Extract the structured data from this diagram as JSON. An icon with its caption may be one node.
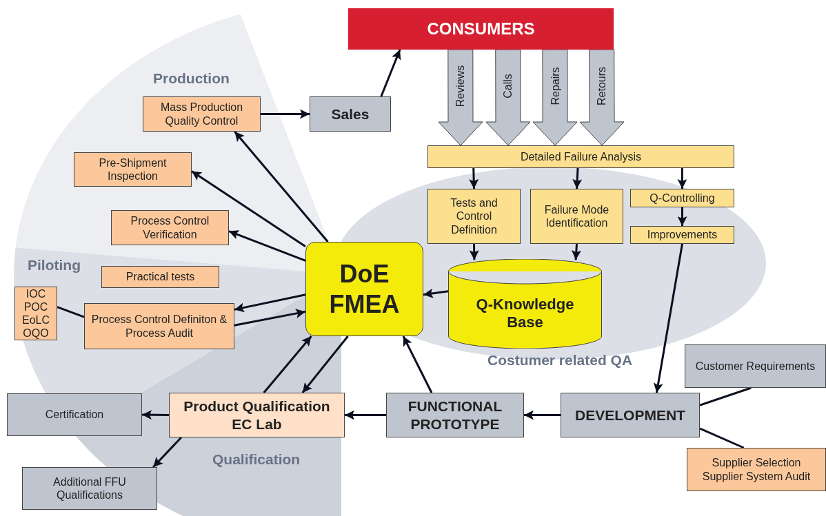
{
  "diagram": {
    "nodes": [
      {
        "text": [
          "CONSUMERS"
        ]
      },
      {
        "text": [
          "Sales"
        ]
      },
      {
        "text": [
          "Mass Production Quality Control"
        ]
      },
      {
        "text": [
          "Pre-Shipment Inspection"
        ]
      },
      {
        "text": [
          "Process Control Verification"
        ]
      },
      {
        "text": [
          "Practical tests"
        ]
      },
      {
        "text": [
          "IOC POC EoLC OQO"
        ]
      },
      {
        "text": [
          "Process Control Definiton & Process Audit"
        ]
      },
      {
        "text": [
          "DoE FMEA"
        ]
      },
      {
        "text": [
          "Detailed Failure Analysis"
        ]
      },
      {
        "text": [
          "Tests and Control Definition"
        ]
      },
      {
        "text": [
          "Failure Mode Identification"
        ]
      },
      {
        "text": [
          "Q-Controlling"
        ]
      },
      {
        "text": [
          "Improvements"
        ]
      },
      {
        "text": [
          "Q-Knowledge Base"
        ]
      },
      {
        "text": [
          "Customer Requirements"
        ]
      },
      {
        "text": [
          "DEVELOPMENT"
        ]
      },
      {
        "text": [
          "Supplier Selection Supplier System Audit"
        ]
      },
      {
        "text": [
          "FUNCTIONAL PROTOTYPE"
        ]
      },
      {
        "text": [
          "Product Qualification EC Lab"
        ]
      },
      {
        "text": [
          "Certification"
        ]
      },
      {
        "text": [
          "Additional FFU Qualifications"
        ]
      }
    ],
    "edges": [
      {
        "from": 1,
        "to": 0,
        "arrow": "to"
      },
      {
        "from": 2,
        "to": 1,
        "arrow": "to"
      },
      {
        "from": 8,
        "to": 2,
        "arrow": "to"
      },
      {
        "from": 8,
        "to": 3,
        "arrow": "to"
      },
      {
        "from": 8,
        "to": 4,
        "arrow": "to"
      },
      {
        "from": 8,
        "to": 7,
        "arrow": "to"
      },
      {
        "from": 7,
        "to": 8,
        "arrow": "to"
      },
      {
        "from": 6,
        "to": 7,
        "arrow": "none"
      },
      {
        "from": 19,
        "to": 8,
        "arrow": "to"
      },
      {
        "from": 8,
        "to": 19,
        "arrow": "to"
      },
      {
        "from": 18,
        "to": 8,
        "arrow": "to"
      },
      {
        "from": 14,
        "to": 8,
        "arrow": "to"
      },
      {
        "from": 9,
        "to": 10,
        "arrow": "to"
      },
      {
        "from": 9,
        "to": 11,
        "arrow": "to"
      },
      {
        "from": 9,
        "to": 12,
        "arrow": "to"
      },
      {
        "from": 12,
        "to": 13,
        "arrow": "to"
      },
      {
        "from": 10,
        "to": 14,
        "arrow": "to"
      },
      {
        "from": 11,
        "to": 14,
        "arrow": "to"
      },
      {
        "from": 13,
        "to": 16,
        "arrow": "to"
      },
      {
        "from": 16,
        "to": 18,
        "arrow": "to"
      },
      {
        "from": 18,
        "to": 19,
        "arrow": "to"
      },
      {
        "from": 19,
        "to": 20,
        "arrow": "to"
      },
      {
        "from": 19,
        "to": 21,
        "arrow": "to"
      },
      {
        "from": 16,
        "to": 15,
        "arrow": "none"
      },
      {
        "from": 16,
        "to": 17,
        "arrow": "none"
      },
      {
        "from": 0,
        "to": 9,
        "arrow": "to",
        "label": "Reviews",
        "style": "thick",
        "color": "#bfc5cf"
      },
      {
        "from": 0,
        "to": 9,
        "arrow": "to",
        "label": "Calls",
        "style": "thick",
        "color": "#bfc5cf"
      },
      {
        "from": 0,
        "to": 9,
        "arrow": "to",
        "label": "Repairs",
        "style": "thick",
        "color": "#bfc5cf"
      },
      {
        "from": 0,
        "to": 9,
        "arrow": "to",
        "label": "Retours",
        "style": "thick",
        "color": "#bfc5cf"
      }
    ],
    "labels": [
      "Production",
      "Piloting",
      "Qualification",
      "Costumer related QA"
    ]
  }
}
